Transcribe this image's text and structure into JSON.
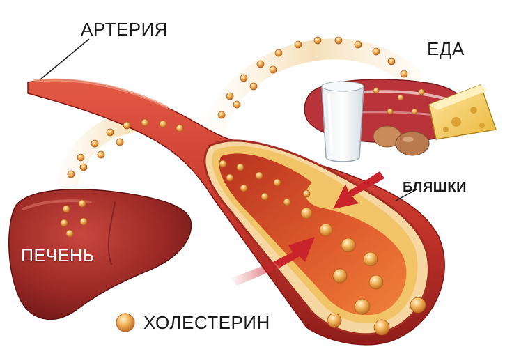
{
  "labels": {
    "artery": "АРТЕРИЯ",
    "food": "ЕДА",
    "plaques": "БЛЯШКИ",
    "liver": "ПЕЧЕНЬ"
  },
  "legend": {
    "cholesterol": "ХОЛЕСТЕРИН"
  },
  "icons": [
    "cholesterol-particle-icon",
    "milk-glass-icon",
    "meat-icon",
    "cheese-icon",
    "egg-icon",
    "arrow-icon"
  ],
  "colors": {
    "artery_outer": "#c4362b",
    "artery_lumen": "#d9532e",
    "plaque": "#f1c567",
    "liver": "#9c2a26",
    "cholesterol": "#e9a34a",
    "flow_arc": "#f6e3bf",
    "pressure_arrow": "#c9232b"
  }
}
